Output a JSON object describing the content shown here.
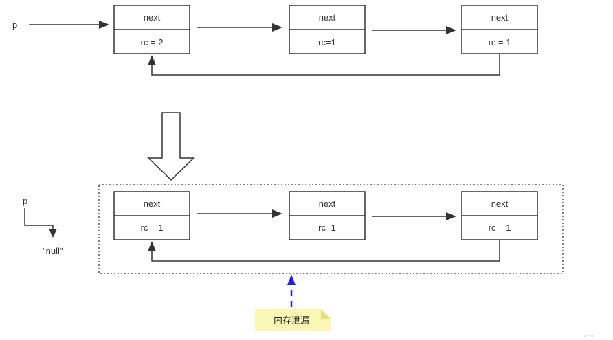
{
  "top": {
    "pointer_label": "p",
    "nodes": [
      {
        "next_label": "next",
        "rc_label": "rc = 2"
      },
      {
        "next_label": "next",
        "rc_label": "rc=1"
      },
      {
        "next_label": "next",
        "rc_label": "rc = 1"
      }
    ]
  },
  "bottom": {
    "pointer_label": "p",
    "null_label": "\"null\"",
    "nodes": [
      {
        "next_label": "next",
        "rc_label": "rc = 1"
      },
      {
        "next_label": "next",
        "rc_label": "rc=1"
      },
      {
        "next_label": "next",
        "rc_label": "rc = 1"
      }
    ]
  },
  "note": {
    "label": "内存泄漏"
  },
  "watermark": {
    "text": "∞ ∞"
  },
  "colors": {
    "stroke": "#333333",
    "accent_arrow": "#1a1aff",
    "note_fill": "#fbf6b4",
    "note_fold": "#e9df7c"
  }
}
